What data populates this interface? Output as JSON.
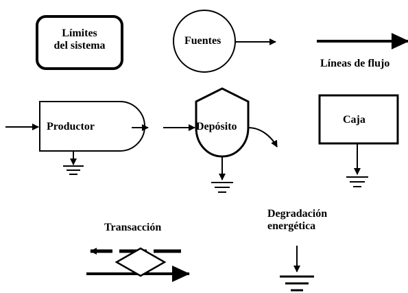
{
  "diagram": {
    "limits": {
      "line1": "Límites",
      "line2": "del sistema"
    },
    "source": {
      "label": "Fuentes"
    },
    "flow_lines": {
      "label": "Líneas de flujo"
    },
    "producer": {
      "label": "Productor"
    },
    "storage": {
      "label": "Depósito"
    },
    "box": {
      "label": "Caja"
    },
    "transaction": {
      "label": "Transacción"
    },
    "energy_sink": {
      "line1": "Degradación",
      "line2": "energética"
    }
  }
}
